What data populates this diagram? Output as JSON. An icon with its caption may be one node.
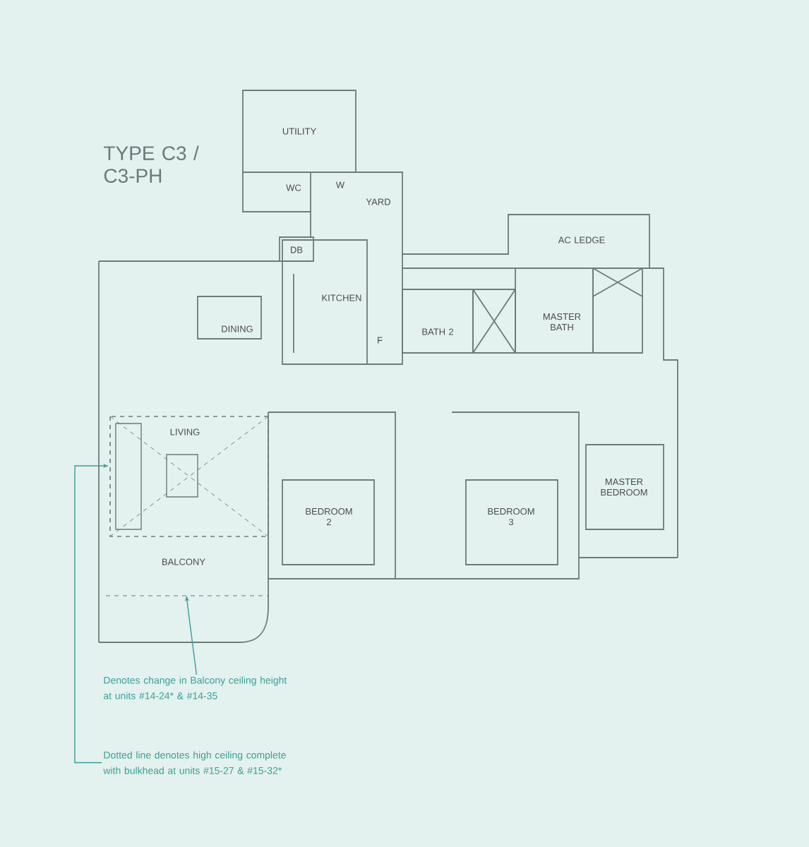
{
  "diagram": {
    "title": "TYPE C3 / C3-PH",
    "nodes": [
      {
        "text": [
          "Denotes change in Balcony ceiling height at units #14-24* & #14-35"
        ]
      },
      {
        "text": [
          "Dotted line denotes high ceiling complete with bulkhead at units #15-27 & #15-32*"
        ]
      }
    ],
    "edges": [
      {
        "from": 0,
        "to": null,
        "arrow": "to"
      },
      {
        "from": 1,
        "to": null,
        "arrow": "to"
      }
    ],
    "labels": [
      "UTILITY",
      "WC",
      "W",
      "YARD",
      "DB",
      "KITCHEN",
      "DINING",
      "F",
      "AC LEDGE",
      "BATH 2",
      "MASTER BATH",
      "LIVING",
      "BEDROOM 2",
      "BEDROOM 3",
      "MASTER BEDROOM",
      "BALCONY"
    ]
  }
}
